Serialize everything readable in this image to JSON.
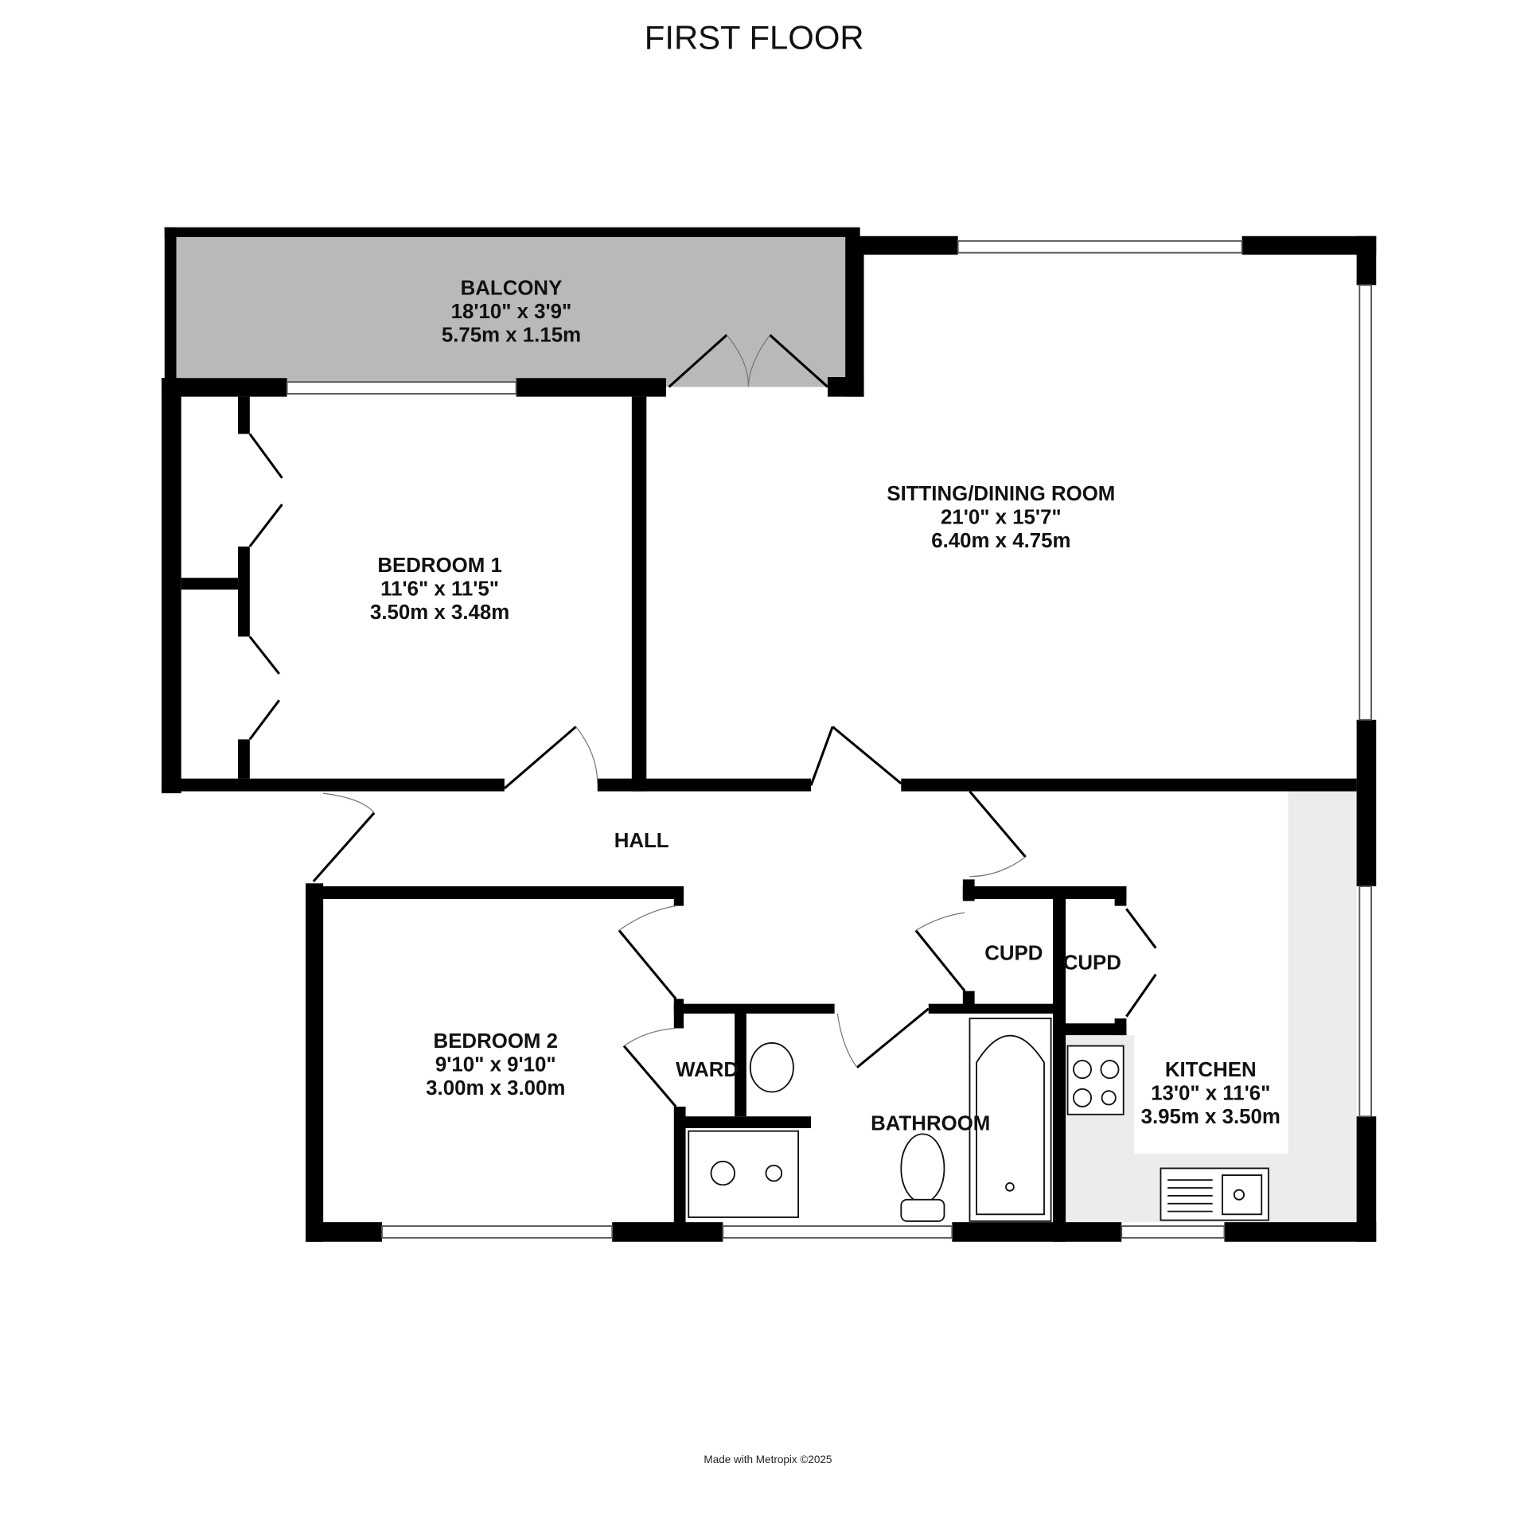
{
  "title": "FIRST FLOOR",
  "footer": "Made with Metropix ©2025",
  "rooms": [
    {
      "name": "BALCONY",
      "imperial": "18'10\"  x 3'9\"",
      "metric": "5.75m  x 1.15m"
    },
    {
      "name": "SITTING/DINING ROOM",
      "imperial": "21'0\"  x 15'7\"",
      "metric": "6.40m  x 4.75m"
    },
    {
      "name": "BEDROOM 1",
      "imperial": "11'6\"  x 11'5\"",
      "metric": "3.50m  x 3.48m"
    },
    {
      "name": "BEDROOM 2",
      "imperial": "9'10\"  x 9'10\"",
      "metric": "3.00m  x 3.00m"
    },
    {
      "name": "KITCHEN",
      "imperial": "13'0\"  x 11'6\"",
      "metric": "3.95m  x 3.50m"
    }
  ],
  "labels": {
    "hall": "HALL",
    "bathroom": "BATHROOM",
    "ward": "WARD",
    "cupd1": "CUPD",
    "cupd2": "CUPD"
  },
  "colors": {
    "wall": "#000000",
    "balcony": "#b9b9b9",
    "worktop": "#ececec"
  }
}
